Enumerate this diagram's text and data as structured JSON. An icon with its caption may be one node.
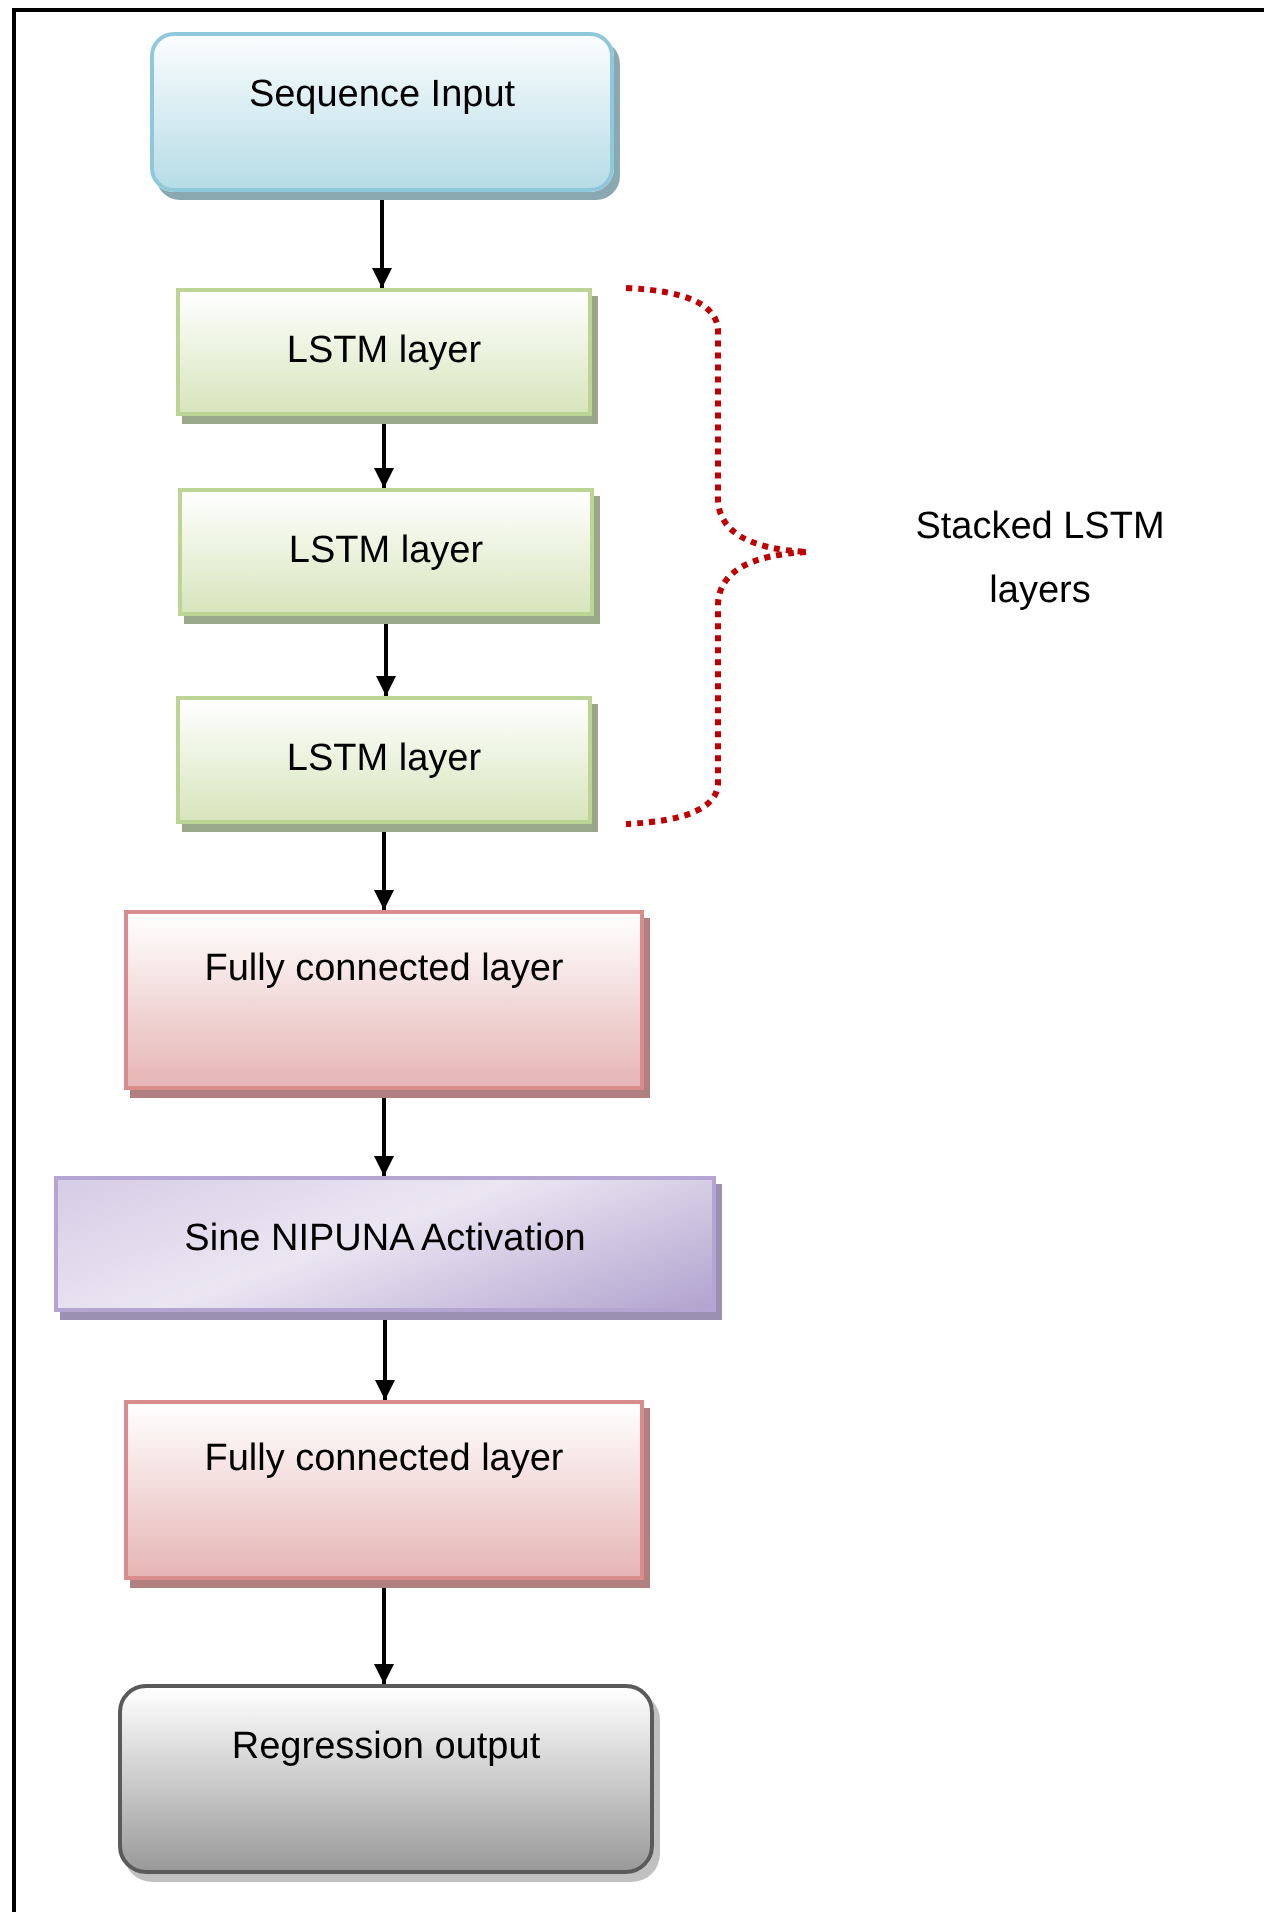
{
  "diagram": {
    "nodes": [
      {
        "text": [
          "Sequence Input"
        ]
      },
      {
        "text": [
          "LSTM layer"
        ]
      },
      {
        "text": [
          "LSTM layer"
        ]
      },
      {
        "text": [
          "LSTM layer"
        ]
      },
      {
        "text": [
          "Fully connected layer"
        ]
      },
      {
        "text": [
          "Sine NIPUNA Activation"
        ]
      },
      {
        "text": [
          "Fully connected layer"
        ]
      },
      {
        "text": [
          "Regression output"
        ]
      }
    ],
    "edges": [
      {
        "from": 0,
        "to": 1,
        "arrow": "to"
      },
      {
        "from": 1,
        "to": 2,
        "arrow": "to"
      },
      {
        "from": 2,
        "to": 3,
        "arrow": "to"
      },
      {
        "from": 3,
        "to": 4,
        "arrow": "to"
      },
      {
        "from": 4,
        "to": 5,
        "arrow": "to"
      },
      {
        "from": 5,
        "to": 6,
        "arrow": "to"
      },
      {
        "from": 6,
        "to": 7,
        "arrow": "to"
      }
    ],
    "labels": [
      "Stacked LSTM layers"
    ]
  }
}
